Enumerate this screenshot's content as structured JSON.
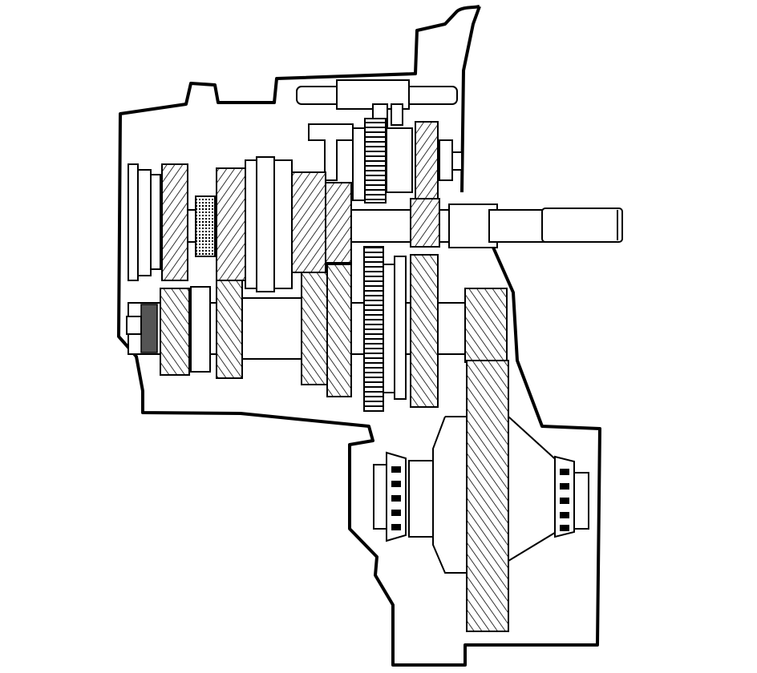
{
  "colors": {
    "ink": "#000000",
    "paper": "#ffffff",
    "shade": "#555555"
  },
  "diagram_parts": [
    "transmission-case",
    "shift-rod",
    "input-shaft",
    "output-shaft",
    "countershaft-gears",
    "synchronizer-hubs",
    "reverse-idler-gear",
    "final-drive-ring-gear",
    "differential-case",
    "differential-bearings"
  ]
}
